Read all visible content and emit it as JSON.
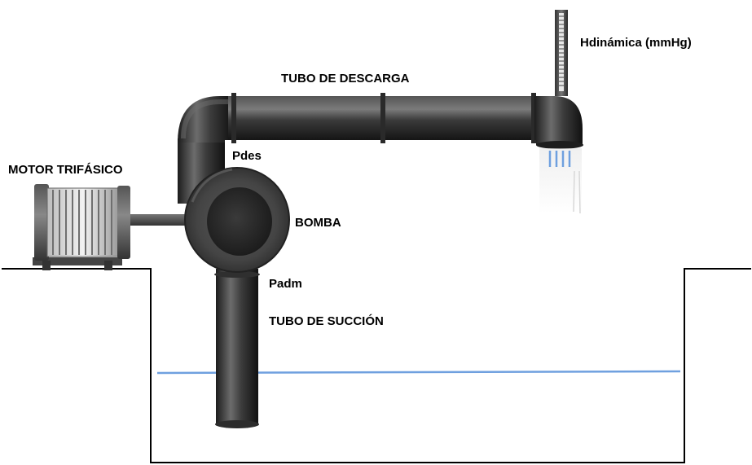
{
  "labels": {
    "discharge_pipe": "TUBO DE DESCARGA",
    "manometer": "Hdinámica (mmHg)",
    "motor": "MOTOR TRIFÁSICO",
    "discharge_pressure": "Pdes",
    "pump": "BOMBA",
    "suction_pressure": "Padm",
    "suction_pipe": "TUBO DE SUCCIÓN"
  },
  "colors": {
    "pipe_dark": "#2a2a2a",
    "pipe_mid": "#4a4a4a",
    "pipe_light": "#7a7a7a",
    "water": "#6fa0df",
    "tank_outline": "#000000",
    "background": "#ffffff"
  }
}
